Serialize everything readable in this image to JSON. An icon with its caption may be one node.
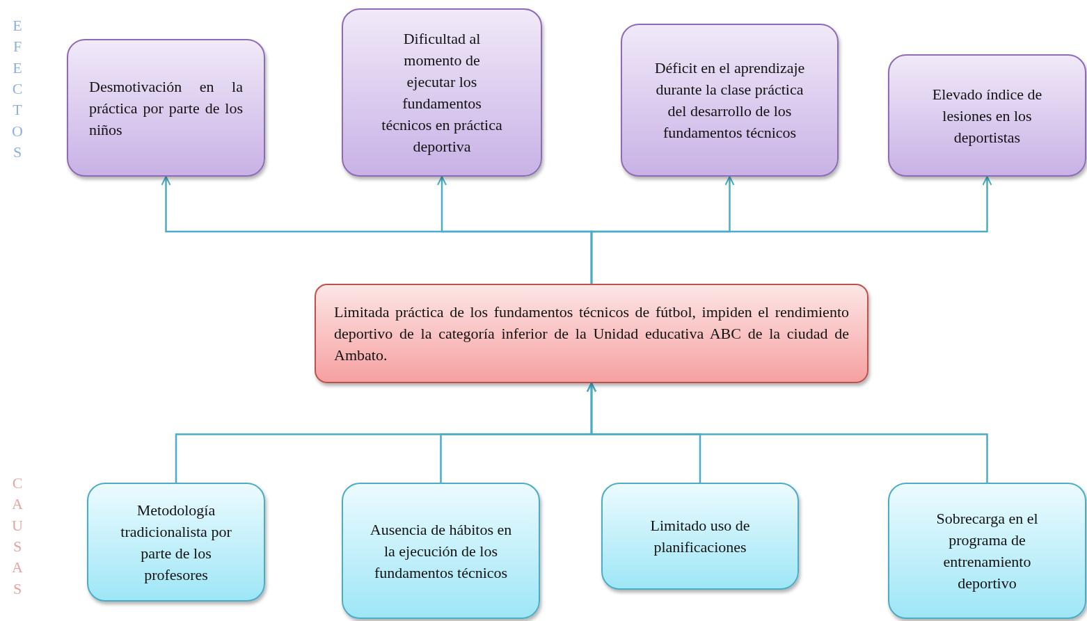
{
  "diagram": {
    "nodes": [
      {
        "text": [
          "Desmotivación en la práctica por parte de los niños"
        ]
      },
      {
        "text": [
          "Dificultad al momento de ejecutar los fundamentos técnicos en práctica deportiva"
        ]
      },
      {
        "text": [
          "Déficit en el aprendizaje durante la clase práctica del desarrollo de los fundamentos técnicos"
        ]
      },
      {
        "text": [
          "Elevado índice de lesiones en los deportistas"
        ]
      },
      {
        "text": [
          "Limitada práctica de los fundamentos técnicos de fútbol, impiden el rendimiento deportivo de la categoría inferior de la Unidad educativa ABC de la ciudad de Ambato."
        ]
      },
      {
        "text": [
          "Metodología tradicionalista por parte de los profesores"
        ]
      },
      {
        "text": [
          "Ausencia de hábitos en la ejecución de los fundamentos técnicos"
        ]
      },
      {
        "text": [
          "Limitado uso de planificaciones"
        ]
      },
      {
        "text": [
          "Sobrecarga en el programa de entrenamiento deportivo"
        ]
      }
    ],
    "edges": [
      {
        "from": 4,
        "to": 0,
        "arrow": "to"
      },
      {
        "from": 4,
        "to": 1,
        "arrow": "to"
      },
      {
        "from": 4,
        "to": 2,
        "arrow": "to"
      },
      {
        "from": 4,
        "to": 3,
        "arrow": "to"
      },
      {
        "from": 5,
        "to": 4,
        "arrow": "to"
      },
      {
        "from": 6,
        "to": 4,
        "arrow": "to"
      },
      {
        "from": 7,
        "to": 4,
        "arrow": "to"
      },
      {
        "from": 8,
        "to": 4,
        "arrow": "to"
      }
    ],
    "labels": [
      "EFECTOS",
      "CAUSAS"
    ]
  }
}
